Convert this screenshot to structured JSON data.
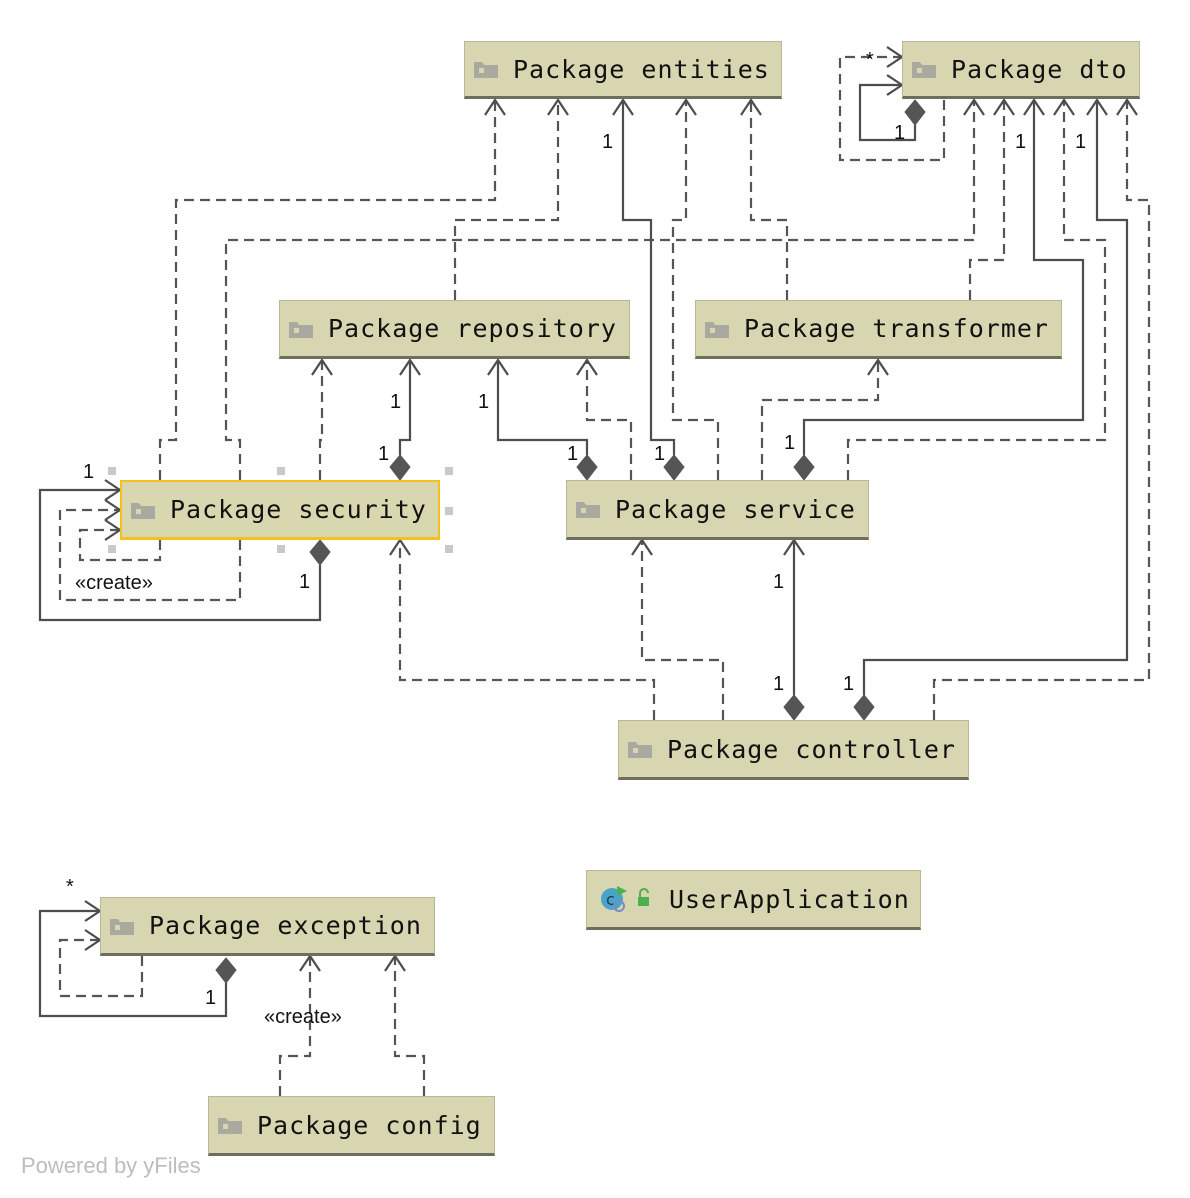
{
  "packages": {
    "entities": "Package entities",
    "dto": "Package dto",
    "repository": "Package repository",
    "transformer": "Package transformer",
    "security": "Package security",
    "service": "Package service",
    "controller": "Package controller",
    "exception": "Package exception",
    "config": "Package config"
  },
  "app": {
    "label": "UserApplication"
  },
  "labels": {
    "one": "1",
    "many": "*",
    "create": "«create»"
  },
  "footer": {
    "watermark": "Powered by yFiles"
  },
  "colors": {
    "node_fill": "#d8d6b0",
    "node_border": "#6f6e5c",
    "selection": "#f2c21a",
    "edge": "#4d4d4d",
    "folder_icon": "#a9a9a0"
  },
  "icons": {
    "package": "folder-icon",
    "app": "spring-app-icon"
  }
}
